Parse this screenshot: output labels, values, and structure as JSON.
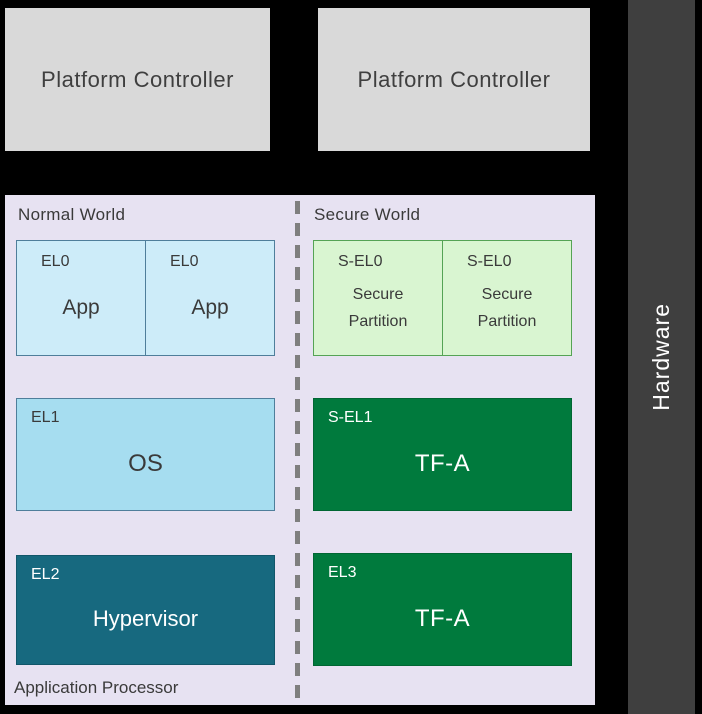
{
  "platform_controllers": [
    {
      "label": "Platform Controller"
    },
    {
      "label": "Platform Controller"
    }
  ],
  "hardware": {
    "label": "Hardware"
  },
  "application_processor": {
    "label": "Application Processor",
    "normal_world": {
      "label": "Normal World",
      "el0_apps": [
        {
          "level": "EL0",
          "name": "App"
        },
        {
          "level": "EL0",
          "name": "App"
        }
      ],
      "el1": {
        "level": "EL1",
        "name": "OS"
      },
      "el2": {
        "level": "EL2",
        "name": "Hypervisor"
      }
    },
    "secure_world": {
      "label": "Secure World",
      "s_el0_partitions": [
        {
          "level": "S-EL0",
          "name": "Secure Partition"
        },
        {
          "level": "S-EL0",
          "name": "Secure Partition"
        }
      ],
      "s_el1": {
        "level": "S-EL1",
        "name": "TF-A"
      },
      "el3": {
        "level": "EL3",
        "name": "TF-A"
      }
    }
  },
  "colors": {
    "background": "#000000",
    "platform_controller_fill": "#d9d9d9",
    "hardware_fill": "#3f3f3f",
    "panel_fill": "#e7e2f2",
    "el0_fill": "#cdecf9",
    "el1_fill": "#a6ddf0",
    "el2_fill": "#17697f",
    "s_el0_fill": "#d9f5d1",
    "dark_green_fill": "#007a3d",
    "divider_gray": "#7f7f7f"
  }
}
